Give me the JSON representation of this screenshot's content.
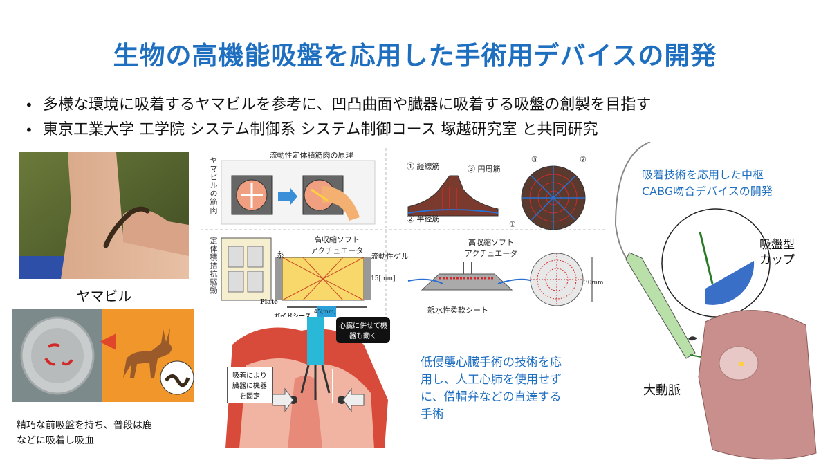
{
  "title": "生物の高機能吸盤を応用した手術用デバイスの開発",
  "bullets": [
    "多様な環境に吸着するヤマビルを参考に、凹凸曲面や臓器に吸着する吸盤の創製を目指す",
    "東京工業大学 工学院 システム制御系 システム制御コース 塚越研究室 と共同研究"
  ],
  "leech": {
    "caption": "ヤマビル",
    "desc_line1": "精巧な前吸盤を持ち、普段は鹿",
    "desc_line2": "などに吸着し吸血"
  },
  "diagram": {
    "muscle_vertical": "ヤマビルの筋肉",
    "muscle_title": "流動性定体積筋肉の原理",
    "drive_vertical": "定体積拮抗駆動",
    "label_1": "① 経線筋",
    "label_2": "② 半径筋",
    "label_3": "③ 円周筋",
    "circ_1": "①",
    "circ_2": "②",
    "circ_3": "③",
    "actuator_line1": "高収縮ソフト",
    "actuator_line2": "アクチュエータ",
    "thread": "糸",
    "dim_15": "15[mm]",
    "dim_45": "45[mm]",
    "plate": "Plate",
    "guide": "ガイドシース",
    "gel": "流動性ゲル",
    "sheet": "親水性柔軟シート",
    "dim_30": "30mm"
  },
  "heart": {
    "callout_moving": "心臓に併せて機器も動く",
    "callout_fix": "吸着により臓器に機器を固定"
  },
  "surgery_text": {
    "line1": "低侵襲心臓手術の技術を応",
    "line2": "用し、人工心肺を使用せず",
    "line3": "に、僧帽弁などの直達する",
    "line4": "手術"
  },
  "cabg": {
    "line1": "吸着技術を応用した中枢",
    "line2": "CABG吻合デバイスの開発",
    "cup_line1": "吸盤型",
    "cup_line2": "カップ",
    "aorta": "大動脈"
  },
  "colors": {
    "title": "#1f6fc1",
    "muscle_red": "#d22a2a",
    "muscle_blue": "#2a6fd2",
    "tissue": "#7a3b2e",
    "cup_blue": "#3a6fc8",
    "aorta": "#c98f8c",
    "tube": "#b8e0a8"
  }
}
